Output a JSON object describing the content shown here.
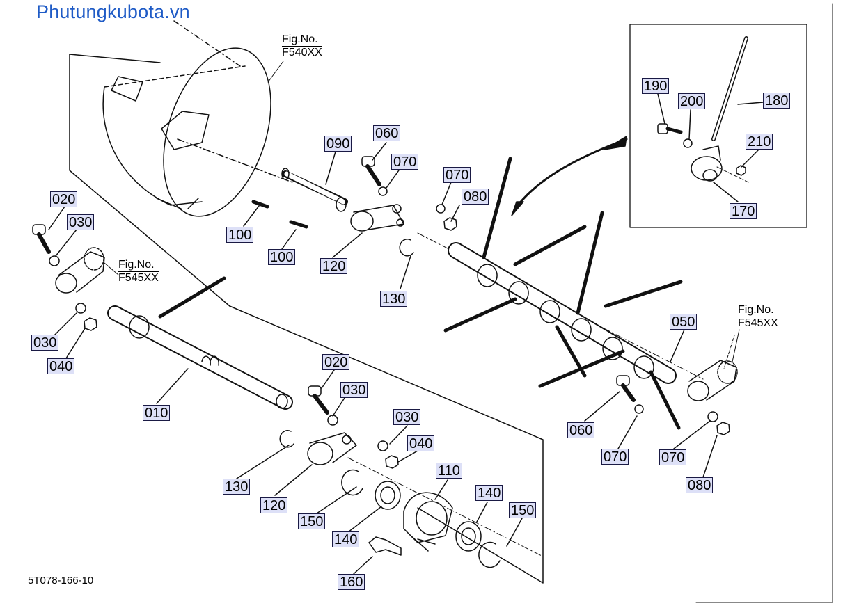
{
  "watermark": "Phutungkubota.vn",
  "drawing_number": "5T078-166-10",
  "fig_refs": [
    {
      "fig": "Fig.No.",
      "code": "F540XX"
    },
    {
      "fig": "Fig.No.",
      "code": "F545XX"
    },
    {
      "fig": "Fig.No.",
      "code": "F545XX"
    }
  ],
  "part_labels": [
    "020",
    "030",
    "030",
    "040",
    "010",
    "100",
    "100",
    "090",
    "060",
    "070",
    "120",
    "130",
    "070",
    "080",
    "190",
    "200",
    "180",
    "210",
    "170",
    "050",
    "060",
    "070",
    "070",
    "080",
    "020",
    "030",
    "030",
    "040",
    "130",
    "120",
    "150",
    "140",
    "110",
    "140",
    "150",
    "160"
  ],
  "colors": {
    "watermark": "#1f5bc6",
    "label_fill": "#dde0f7",
    "line": "#111111"
  }
}
